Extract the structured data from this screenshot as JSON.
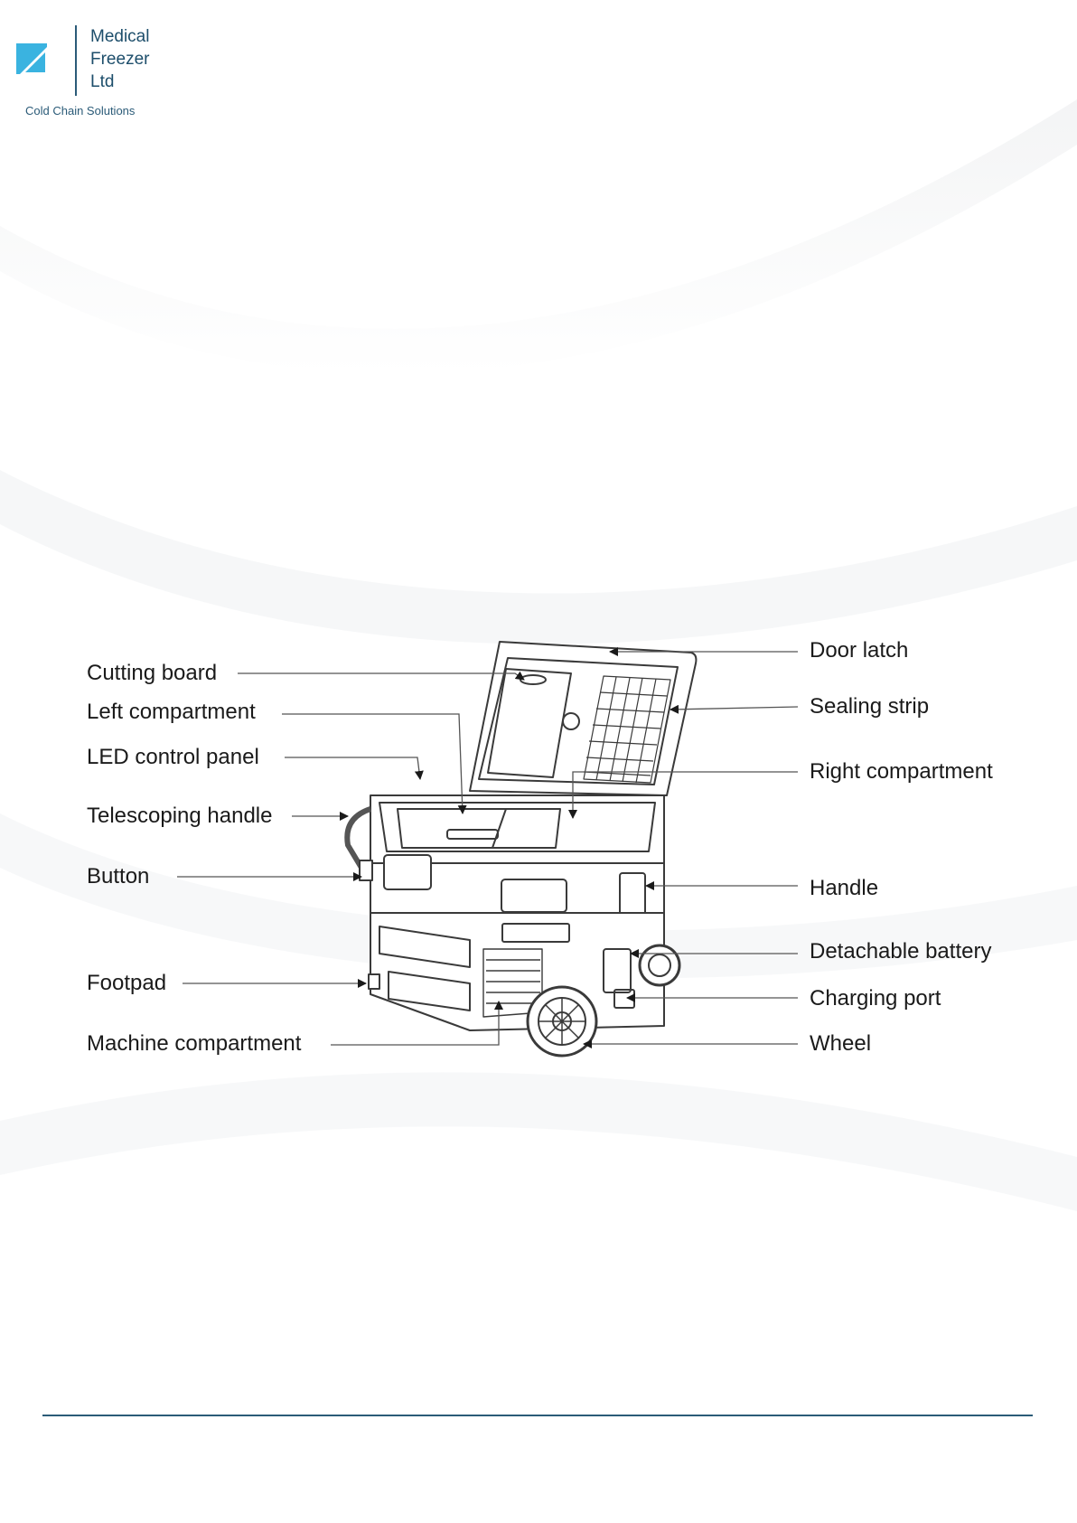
{
  "brand": {
    "name_lines": [
      "Medical",
      "Freezer",
      "Ltd"
    ],
    "tagline": "Cold Chain Solutions",
    "colors": {
      "square": "#3ab3e0",
      "text": "#1d4e6b"
    }
  },
  "labels": {
    "cutting_board": "Cutting board",
    "left_compartment": "Left compartment",
    "led_control_panel": "LED control panel",
    "telescoping_handle": "Telescoping handle",
    "button": "Button",
    "footpad": "Footpad",
    "machine_compartment": "Machine compartment",
    "door_latch": "Door latch",
    "sealing_strip": "Sealing strip",
    "right_compartment": "Right compartment",
    "handle": "Handle",
    "detachable_battery": "Detachable battery",
    "charging_port": "Charging port",
    "wheel": "Wheel"
  }
}
